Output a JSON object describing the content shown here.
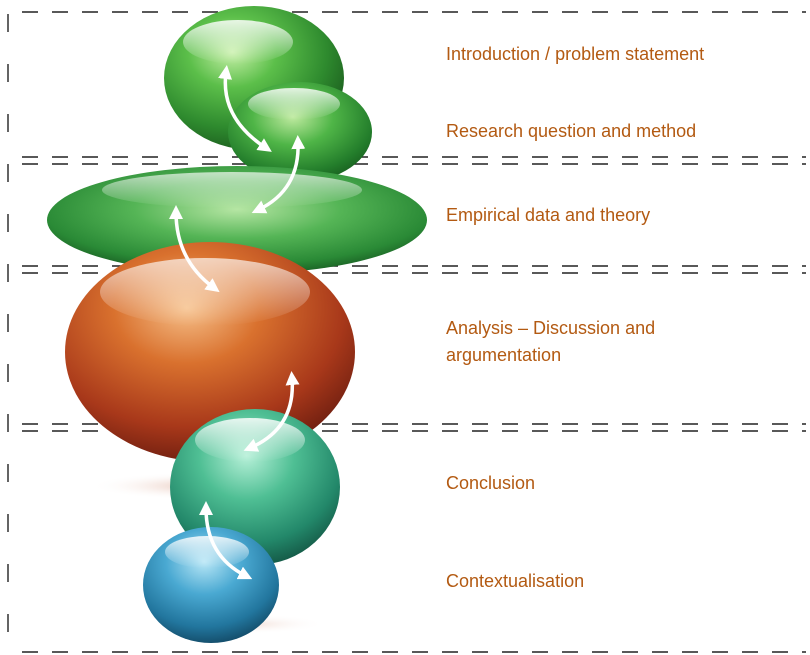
{
  "sections": [
    {
      "id": "intro",
      "label": "Introduction / problem statement"
    },
    {
      "id": "research",
      "label": "Research question and method"
    },
    {
      "id": "empirical",
      "label": "Empirical data and theory"
    },
    {
      "id": "analysis",
      "label_line1": "Analysis – Discussion and",
      "label_line2": "argumentation"
    },
    {
      "id": "conclusion",
      "label": "Conclusion"
    },
    {
      "id": "context",
      "label": "Contextualisation"
    }
  ],
  "colors": {
    "label_text": "#b35a12",
    "dash": "#222222",
    "sphere_green": "#3a9a3a",
    "sphere_orange": "#b8461a",
    "sphere_teal": "#2f9a7a",
    "sphere_blue": "#2f7fa8",
    "arrow": "#ffffff"
  },
  "icons": [
    "double-arrow-icon"
  ]
}
